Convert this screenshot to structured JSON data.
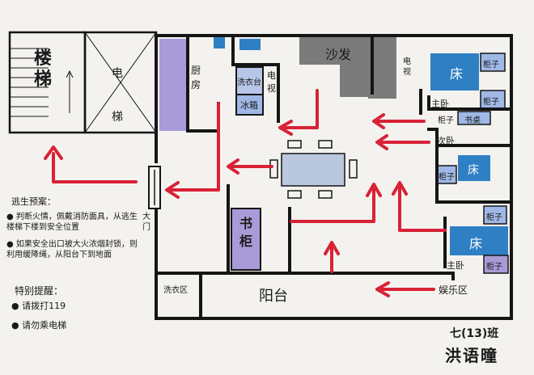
{
  "rooms": {
    "stairs": "楼梯",
    "elevator": "电梯",
    "kitchen": "厨房",
    "washer": "洗衣台",
    "fridge": "冰箱",
    "tv": "电视",
    "sofa": "沙发",
    "master_bedroom_top": "主卧",
    "bed": "床",
    "cabinet": "柜子",
    "second_bedroom": "次卧",
    "desk": "书桌",
    "bookcase": "书柜",
    "door": "大门",
    "laundry": "洗衣区",
    "balcony": "阳台",
    "master_bedroom_bottom": "主卧",
    "entertainment": "娱乐区"
  },
  "notes": {
    "title": "逃生预案：",
    "items": [
      "判断火情，佩戴消防面具，从逃生楼梯下楼到安全位置",
      "如果安全出口被大火浓烟封锁，则利用缓降绳，从阳台下到地面"
    ],
    "reminder_title": "特别提醒：",
    "reminders": [
      "请拨打119",
      "请勿乘电梯"
    ]
  },
  "signature": {
    "class": "七(13)班",
    "name": "洪语曈"
  },
  "colors": {
    "wall": "#151515",
    "purple": "#a89bd8",
    "blue": "#2f7fc4",
    "lightblue": "#9fb8e6",
    "sofa": "#7b7b7b",
    "table": "#b9c8dd",
    "arrow": "#d82236"
  }
}
